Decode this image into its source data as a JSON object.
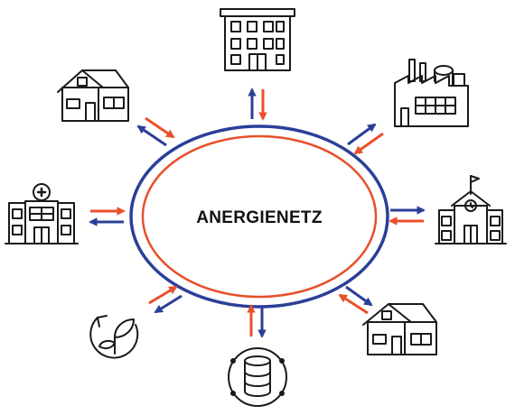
{
  "diagram": {
    "center_label": "ANERGIENETZ",
    "colors": {
      "outer_ring": "#2b3f97",
      "inner_ring": "#e8502b",
      "arrow_blue": "#2b3f97",
      "arrow_orange": "#e8502b",
      "icon_stroke": "#1a1a1a",
      "text": "#111111"
    },
    "nodes": [
      {
        "id": "office-building",
        "icon": "office-building-icon"
      },
      {
        "id": "factory",
        "icon": "factory-icon"
      },
      {
        "id": "school",
        "icon": "school-icon"
      },
      {
        "id": "house-right",
        "icon": "house-icon"
      },
      {
        "id": "storage",
        "icon": "storage-database-icon"
      },
      {
        "id": "biomass",
        "icon": "plant-cycle-icon"
      },
      {
        "id": "hospital",
        "icon": "hospital-icon"
      },
      {
        "id": "house-left",
        "icon": "house-icon"
      }
    ]
  }
}
